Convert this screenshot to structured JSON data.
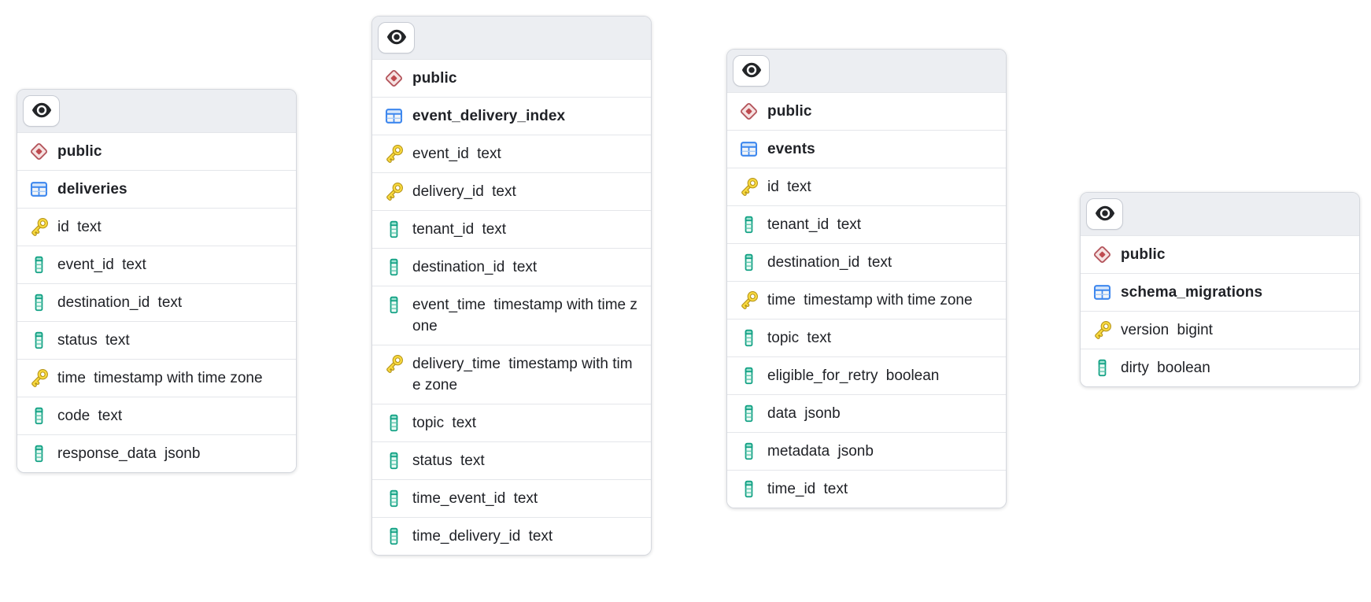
{
  "diagram": {
    "tool_hint": "database schema diagram",
    "schema_label": "public"
  },
  "colors": {
    "canvas_bg": "#ffffff",
    "card_border": "#d5d8de",
    "header_bg": "#eceef2",
    "row_border": "#e4e6ea",
    "text": "#202227",
    "schema_icon_accent": "#b4555c",
    "table_icon_accent": "#3d87ee",
    "primary_key_icon_accent": "#e8c42c",
    "column_icon_accent": "#12a184",
    "eye_icon_color": "#232528"
  },
  "icons": {
    "header_button": "eye-icon",
    "schema": "red-diamond-schema-icon",
    "table": "blue-table-grid-icon",
    "primary_key": "gold-key-icon",
    "column": "teal-column-icon"
  },
  "tables": [
    {
      "id": "deliveries",
      "schema": "public",
      "name": "deliveries",
      "columns": [
        {
          "name": "id",
          "type": "text",
          "primary_key": true
        },
        {
          "name": "event_id",
          "type": "text",
          "primary_key": false
        },
        {
          "name": "destination_id",
          "type": "text",
          "primary_key": false
        },
        {
          "name": "status",
          "type": "text",
          "primary_key": false
        },
        {
          "name": "time",
          "type": "timestamp with time zone",
          "primary_key": true
        },
        {
          "name": "code",
          "type": "text",
          "primary_key": false
        },
        {
          "name": "response_data",
          "type": "jsonb",
          "primary_key": false
        }
      ]
    },
    {
      "id": "event_delivery_index",
      "schema": "public",
      "name": "event_delivery_index",
      "columns": [
        {
          "name": "event_id",
          "type": "text",
          "primary_key": true
        },
        {
          "name": "delivery_id",
          "type": "text",
          "primary_key": true
        },
        {
          "name": "tenant_id",
          "type": "text",
          "primary_key": false
        },
        {
          "name": "destination_id",
          "type": "text",
          "primary_key": false
        },
        {
          "name": "event_time",
          "type": "timestamp with time zone",
          "primary_key": false
        },
        {
          "name": "delivery_time",
          "type": "timestamp with time zone",
          "primary_key": true
        },
        {
          "name": "topic",
          "type": "text",
          "primary_key": false
        },
        {
          "name": "status",
          "type": "text",
          "primary_key": false
        },
        {
          "name": "time_event_id",
          "type": "text",
          "primary_key": false
        },
        {
          "name": "time_delivery_id",
          "type": "text",
          "primary_key": false
        }
      ]
    },
    {
      "id": "events",
      "schema": "public",
      "name": "events",
      "columns": [
        {
          "name": "id",
          "type": "text",
          "primary_key": true
        },
        {
          "name": "tenant_id",
          "type": "text",
          "primary_key": false
        },
        {
          "name": "destination_id",
          "type": "text",
          "primary_key": false
        },
        {
          "name": "time",
          "type": "timestamp with time zone",
          "primary_key": true
        },
        {
          "name": "topic",
          "type": "text",
          "primary_key": false
        },
        {
          "name": "eligible_for_retry",
          "type": "boolean",
          "primary_key": false
        },
        {
          "name": "data",
          "type": "jsonb",
          "primary_key": false
        },
        {
          "name": "metadata",
          "type": "jsonb",
          "primary_key": false
        },
        {
          "name": "time_id",
          "type": "text",
          "primary_key": false
        }
      ]
    },
    {
      "id": "schema_migrations",
      "schema": "public",
      "name": "schema_migrations",
      "columns": [
        {
          "name": "version",
          "type": "bigint",
          "primary_key": true
        },
        {
          "name": "dirty",
          "type": "boolean",
          "primary_key": false
        }
      ]
    }
  ]
}
